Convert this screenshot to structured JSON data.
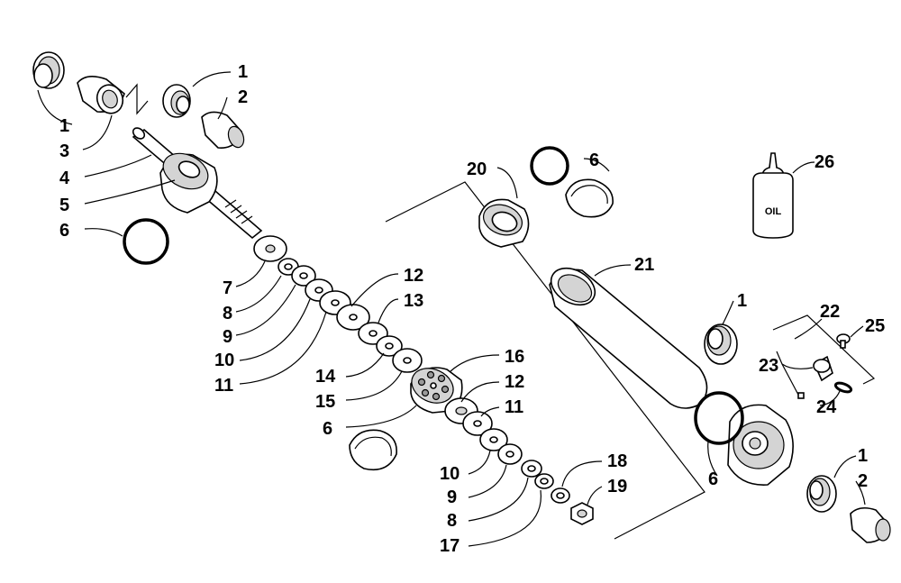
{
  "callouts": [
    {
      "id": "c1a",
      "text": "1"
    },
    {
      "id": "c2a",
      "text": "2"
    },
    {
      "id": "c1b",
      "text": "1"
    },
    {
      "id": "c3",
      "text": "3"
    },
    {
      "id": "c4",
      "text": "4"
    },
    {
      "id": "c5",
      "text": "5"
    },
    {
      "id": "c6a",
      "text": "6"
    },
    {
      "id": "c7",
      "text": "7"
    },
    {
      "id": "c8a",
      "text": "8"
    },
    {
      "id": "c9a",
      "text": "9"
    },
    {
      "id": "c10a",
      "text": "10"
    },
    {
      "id": "c11a",
      "text": "11"
    },
    {
      "id": "c12a",
      "text": "12"
    },
    {
      "id": "c13",
      "text": "13"
    },
    {
      "id": "c14",
      "text": "14"
    },
    {
      "id": "c15",
      "text": "15"
    },
    {
      "id": "c6b",
      "text": "6"
    },
    {
      "id": "c16",
      "text": "16"
    },
    {
      "id": "c12b",
      "text": "12"
    },
    {
      "id": "c11b",
      "text": "11"
    },
    {
      "id": "c10b",
      "text": "10"
    },
    {
      "id": "c9b",
      "text": "9"
    },
    {
      "id": "c8b",
      "text": "8"
    },
    {
      "id": "c17",
      "text": "17"
    },
    {
      "id": "c18",
      "text": "18"
    },
    {
      "id": "c19",
      "text": "19"
    },
    {
      "id": "c20",
      "text": "20"
    },
    {
      "id": "c6c",
      "text": "6"
    },
    {
      "id": "c21",
      "text": "21"
    },
    {
      "id": "c26",
      "text": "26"
    },
    {
      "id": "c1c",
      "text": "1"
    },
    {
      "id": "c22",
      "text": "22"
    },
    {
      "id": "c25",
      "text": "25"
    },
    {
      "id": "c23",
      "text": "23"
    },
    {
      "id": "c24",
      "text": "24"
    },
    {
      "id": "c6d",
      "text": "6"
    },
    {
      "id": "c1d",
      "text": "1"
    },
    {
      "id": "c2b",
      "text": "2"
    }
  ],
  "oil_bottle_label": "OIL"
}
